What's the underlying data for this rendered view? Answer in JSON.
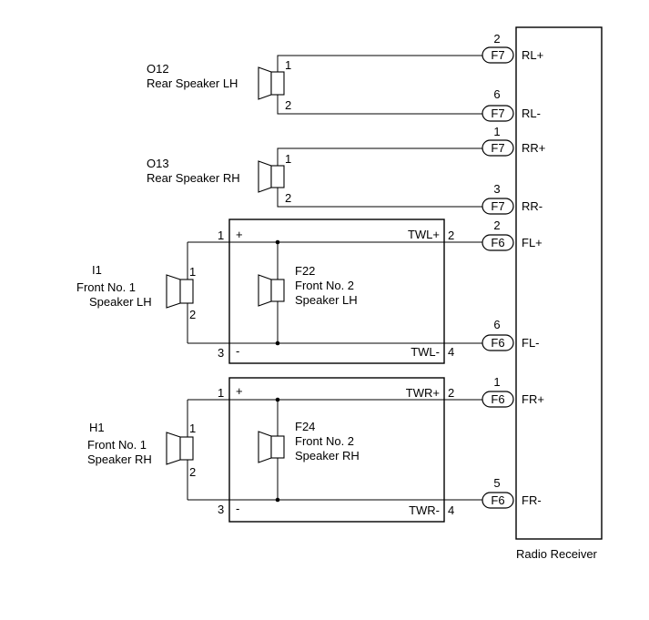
{
  "receiver": {
    "name": "Radio Receiver",
    "pins": [
      {
        "id": "rl-plus",
        "pin": "2",
        "connector": "F7",
        "label": "RL+"
      },
      {
        "id": "rl-minus",
        "pin": "6",
        "connector": "F7",
        "label": "RL-"
      },
      {
        "id": "rr-plus",
        "pin": "1",
        "connector": "F7",
        "label": "RR+"
      },
      {
        "id": "rr-minus",
        "pin": "3",
        "connector": "F7",
        "label": "RR-"
      },
      {
        "id": "fl-plus",
        "pin": "2",
        "connector": "F6",
        "label": "FL+"
      },
      {
        "id": "fl-minus",
        "pin": "6",
        "connector": "F6",
        "label": "FL-"
      },
      {
        "id": "fr-plus",
        "pin": "1",
        "connector": "F6",
        "label": "FR+"
      },
      {
        "id": "fr-minus",
        "pin": "5",
        "connector": "F6",
        "label": "FR-"
      }
    ]
  },
  "speakers": {
    "o12": {
      "code": "O12",
      "name": "Rear Speaker LH",
      "pin_a": "1",
      "pin_b": "2"
    },
    "o13": {
      "code": "O13",
      "name": "Rear Speaker RH",
      "pin_a": "1",
      "pin_b": "2"
    },
    "i1": {
      "code": "I1",
      "name_line1": "Front No. 1",
      "name_line2": "Speaker LH",
      "pin_a": "1",
      "pin_b": "2"
    },
    "h1": {
      "code": "H1",
      "name_line1": "Front No. 1",
      "name_line2": "Speaker RH",
      "pin_a": "1",
      "pin_b": "2"
    }
  },
  "tweeters": {
    "f22": {
      "code": "F22",
      "name_line1": "Front No. 2",
      "name_line2": "Speaker LH",
      "plus_sign": "+",
      "minus_sign": "-",
      "in_plus": "1",
      "in_minus": "3",
      "out_plus_label": "TWL+",
      "out_minus_label": "TWL-",
      "out_plus": "2",
      "out_minus": "4"
    },
    "f24": {
      "code": "F24",
      "name_line1": "Front No. 2",
      "name_line2": "Speaker RH",
      "plus_sign": "+",
      "minus_sign": "-",
      "in_plus": "1",
      "in_minus": "3",
      "out_plus_label": "TWR+",
      "out_minus_label": "TWR-",
      "out_plus": "2",
      "out_minus": "4"
    }
  }
}
